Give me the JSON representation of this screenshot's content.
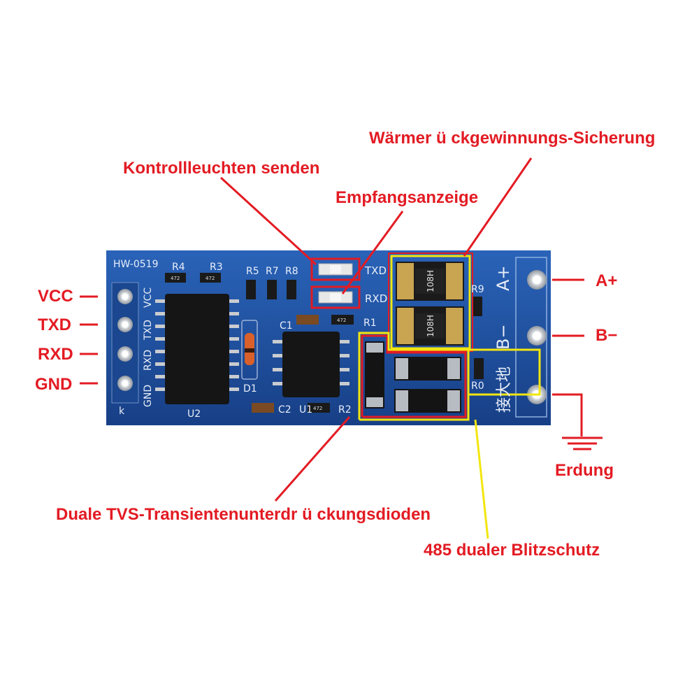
{
  "callouts": {
    "tx_led": "Kontrollleuchten senden",
    "rx_led": "Empfangsanzeige",
    "fuse": "Wärmer ü ckgewinnungs-Sicherung",
    "tvs": "Duale TVS-Transientenunterdr ü ckungsdioden",
    "lightning": "485 dualer Blitzschutz",
    "ground": "Erdung"
  },
  "pins_left": [
    "VCC",
    "TXD",
    "RXD",
    "GND"
  ],
  "pins_right": [
    "A+",
    "B−"
  ],
  "silkscreen": {
    "model": "HW-0519",
    "r4": "R4",
    "r3": "R3",
    "r5": "R5",
    "r7": "R7",
    "r8": "R8",
    "r9": "R9",
    "r0": "R0",
    "r1": "R1",
    "r2": "R2",
    "c1": "C1",
    "c2": "C2",
    "d1": "D1",
    "u1": "U1",
    "u2": "U2",
    "txd": "TXD",
    "rxd": "RXD",
    "pin_vcc": "VCC",
    "pin_txd": "TXD",
    "pin_rxd": "RXD",
    "pin_gnd": "GND",
    "a_plus": "A+",
    "b_minus": "B−",
    "earth": "接大地",
    "k": "k",
    "fuse_code_1": "108H",
    "fuse_code_2": "108H",
    "res_code": "472"
  },
  "colors": {
    "pcb": "#1f4fa0",
    "callout": "#e31b23",
    "highlight": "#f2e60f"
  }
}
